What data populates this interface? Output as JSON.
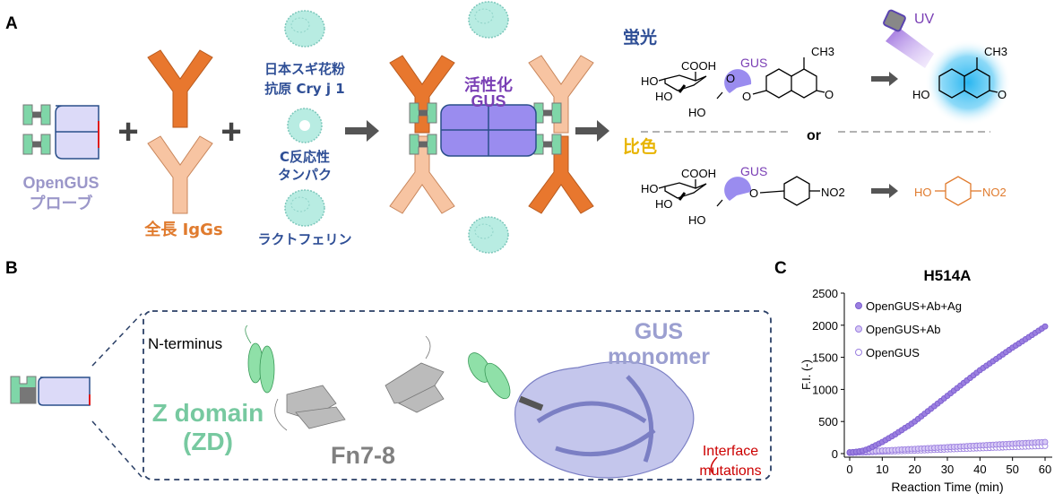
{
  "panels": {
    "a": "A",
    "b": "B",
    "c": "C"
  },
  "panel_a": {
    "probe_label_1": "OpenGUS",
    "probe_label_2": "プローブ",
    "plus": "+",
    "igg_label": "全長 IgGs",
    "antigen1_line1": "日本スギ花粉",
    "antigen1_line2": "抗原 Cry j 1",
    "antigen2_line1": "C反応性",
    "antigen2_line2": "タンパク",
    "antigen3": "ラクトフェリン",
    "active_line1": "活性化",
    "active_line2": "GUS",
    "fluor_label": "蛍光",
    "color_label": "比色",
    "or": "or",
    "uv": "UV",
    "gus": "GUS",
    "cooh": "COOH",
    "ho": "HO",
    "o": "O",
    "ch3": "CH3",
    "no2": "NO2",
    "colors": {
      "dark_igg": "#e8772e",
      "light_igg": "#f7c4a2",
      "gus": "#9a8cef",
      "zd": "#7fd6a8",
      "probe": "#dcdaf8",
      "fluor": "#2f4f96",
      "color": "#e8b400",
      "purple": "#7a3fb5",
      "orange": "#e07b2e"
    }
  },
  "panel_b": {
    "n_terminus": "N-terminus",
    "zd_line1": "Z domain",
    "zd_line2": "(ZD)",
    "fn": "Fn7-8",
    "gus_line1": "GUS",
    "gus_line2": "monomer",
    "interface_line1": "Interface",
    "interface_line2": "mutations"
  },
  "chart_data": {
    "type": "scatter",
    "title": "H514A",
    "xlabel": "Reaction Time (min)",
    "ylabel": "F.I. (-)",
    "xlim": [
      0,
      60
    ],
    "ylim": [
      0,
      2500
    ],
    "xticks": [
      0,
      10,
      20,
      30,
      40,
      50,
      60
    ],
    "yticks": [
      0,
      500,
      1000,
      1500,
      2000,
      2500
    ],
    "legend_position": "top-left",
    "x": [
      0,
      1,
      2,
      3,
      4,
      5,
      6,
      7,
      8,
      9,
      10,
      11,
      12,
      13,
      14,
      15,
      16,
      17,
      18,
      19,
      20,
      21,
      22,
      23,
      24,
      25,
      26,
      27,
      28,
      29,
      30,
      31,
      32,
      33,
      34,
      35,
      36,
      37,
      38,
      39,
      40,
      41,
      42,
      43,
      44,
      45,
      46,
      47,
      48,
      49,
      50,
      51,
      52,
      53,
      54,
      55,
      56,
      57,
      58,
      59,
      60
    ],
    "series": [
      {
        "name": "OpenGUS+Ab+Ag",
        "fill": "#9b7fe0",
        "stroke": "#7d5fd0",
        "values": [
          20,
          22,
          28,
          35,
          45,
          60,
          80,
          105,
          130,
          155,
          180,
          210,
          240,
          270,
          300,
          335,
          365,
          400,
          430,
          465,
          500,
          540,
          580,
          620,
          660,
          700,
          740,
          780,
          820,
          860,
          900,
          940,
          980,
          1020,
          1060,
          1100,
          1140,
          1180,
          1220,
          1260,
          1300,
          1335,
          1370,
          1405,
          1440,
          1475,
          1510,
          1545,
          1580,
          1615,
          1650,
          1683,
          1716,
          1749,
          1782,
          1815,
          1848,
          1881,
          1914,
          1947,
          1980
        ]
      },
      {
        "name": "OpenGUS+Ab",
        "fill": "#d7c9f5",
        "stroke": "#9b7fe0",
        "values": [
          20,
          23,
          25,
          28,
          31,
          33,
          36,
          39,
          41,
          44,
          47,
          49,
          52,
          55,
          57,
          60,
          63,
          65,
          68,
          71,
          73,
          76,
          79,
          81,
          84,
          87,
          89,
          92,
          95,
          97,
          100,
          103,
          105,
          108,
          111,
          113,
          116,
          119,
          121,
          124,
          127,
          129,
          132,
          135,
          137,
          140,
          143,
          145,
          148,
          151,
          153,
          156,
          159,
          161,
          164,
          167,
          169,
          172,
          175,
          177,
          180
        ]
      },
      {
        "name": "OpenGUS",
        "fill": "#ffffff",
        "stroke": "#9b7fe0",
        "values": [
          10,
          12,
          14,
          16,
          17,
          19,
          21,
          23,
          25,
          27,
          28,
          30,
          32,
          34,
          36,
          38,
          39,
          41,
          43,
          45,
          47,
          49,
          50,
          52,
          54,
          56,
          58,
          60,
          61,
          63,
          65,
          67,
          69,
          71,
          72,
          74,
          76,
          78,
          80,
          82,
          83,
          85,
          87,
          89,
          91,
          93,
          94,
          96,
          98,
          100,
          102,
          104,
          105,
          107,
          109,
          111,
          113,
          115,
          116,
          118,
          120
        ]
      }
    ]
  }
}
